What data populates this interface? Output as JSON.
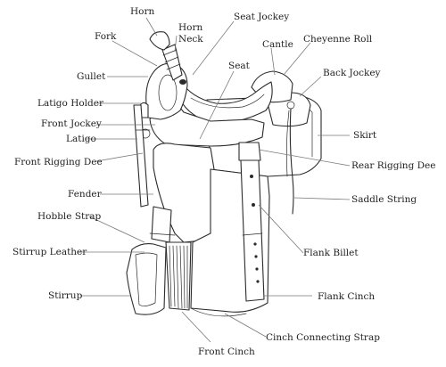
{
  "diagram": {
    "labels": {
      "horn": "Horn",
      "horn_neck": [
        "Horn",
        "Neck"
      ],
      "seat_jockey": "Seat Jockey",
      "fork": "Fork",
      "cantle": "Cantle",
      "cheyenne_roll": "Cheyenne Roll",
      "seat": "Seat",
      "gullet": "Gullet",
      "back_jockey": "Back Jockey",
      "latigo_holder": "Latigo Holder",
      "front_jockey": "Front Jockey",
      "latigo": "Latigo",
      "skirt": "Skirt",
      "front_rigging_dee": "Front Rigging Dee",
      "rear_rigging_dee": "Rear Rigging Dee",
      "fender": "Fender",
      "saddle_string": "Saddle String",
      "hobble_strap": "Hobble Strap",
      "stirrup_leather": "Stirrup Leather",
      "flank_billet": "Flank Billet",
      "stirrup": "Stirrup",
      "flank_cinch": "Flank Cinch",
      "cinch_connecting_strap": "Cinch Connecting Strap",
      "front_cinch": "Front Cinch"
    }
  }
}
